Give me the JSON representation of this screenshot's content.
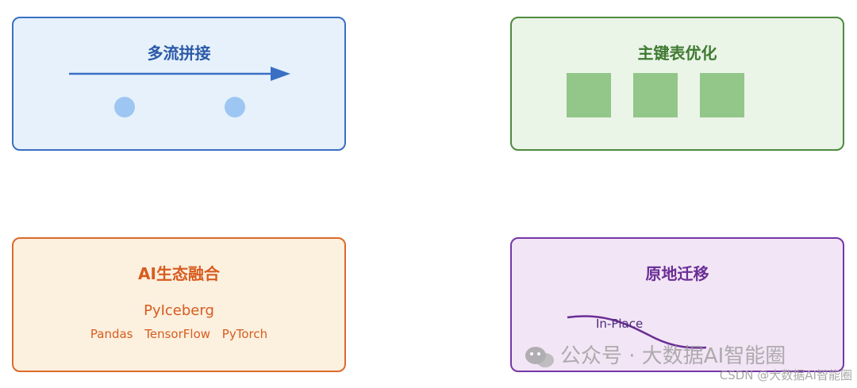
{
  "cards": {
    "stream_join": {
      "title": "多流拼接"
    },
    "primary_key": {
      "title": "主键表优化"
    },
    "ai_ecosystem": {
      "title": "AI生态融合",
      "library": "PyIceberg",
      "frameworks": [
        "Pandas",
        "TensorFlow",
        "PyTorch"
      ]
    },
    "in_place_migration": {
      "title": "原地迁移",
      "label": "In-Place"
    }
  },
  "watermark": {
    "account": "公众号 · 大数据AI智能圈",
    "csdn": "CSDN @大数据AI智能圈"
  },
  "colors": {
    "blue": "#3a6fc4",
    "green": "#4f8a40",
    "orange": "#dc6a2c",
    "purple": "#7636a7"
  }
}
